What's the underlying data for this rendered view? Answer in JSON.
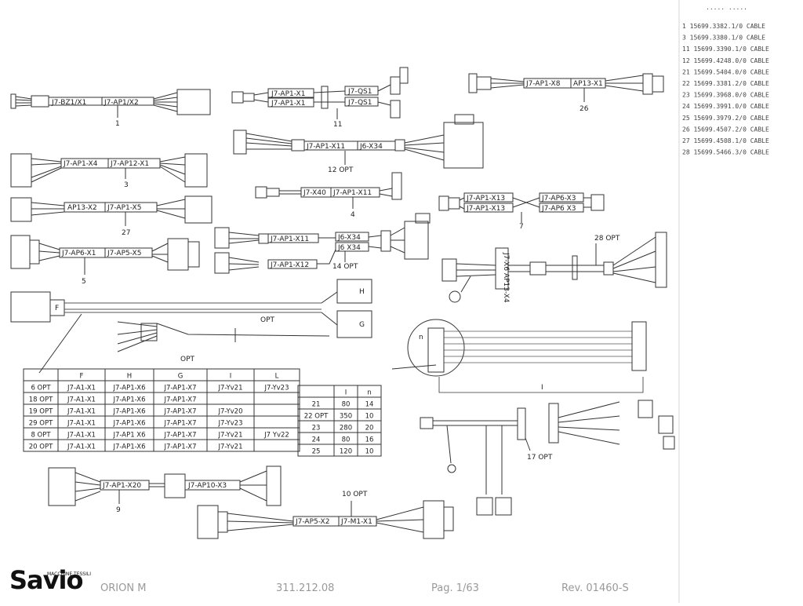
{
  "footer": {
    "brand": "Savio",
    "brand_sub": "MACCHINE TESSILI",
    "model": "ORION M",
    "drawing_no": "311.212.08",
    "page": "Pag. 1/63",
    "revision": "Rev. 01460-S"
  },
  "parts_list": {
    "rows": [
      {
        "no": "1",
        "code": "15699.3382.1/0",
        "desc": "CABLE"
      },
      {
        "no": "3",
        "code": "15699.3380.1/0",
        "desc": "CABLE"
      },
      {
        "no": "11",
        "code": "15699.3390.1/0",
        "desc": "CABLE"
      },
      {
        "no": "12",
        "code": "15699.4248.0/0",
        "desc": "CABLE"
      },
      {
        "no": "21",
        "code": "15699.5404.0/0",
        "desc": "CABLE"
      },
      {
        "no": "22",
        "code": "15699.3381.2/0",
        "desc": "CABLE"
      },
      {
        "no": "23",
        "code": "15699.3968.0/0",
        "desc": "CABLE"
      },
      {
        "no": "24",
        "code": "15699.3991.0/0",
        "desc": "CABLE"
      },
      {
        "no": "25",
        "code": "15699.3979.2/0",
        "desc": "CABLE"
      },
      {
        "no": "26",
        "code": "15699.4507.2/0",
        "desc": "CABLE"
      },
      {
        "no": "27",
        "code": "15699.4508.1/0",
        "desc": "CABLE"
      },
      {
        "no": "28",
        "code": "15699.5466.3/0",
        "desc": "CABLE"
      }
    ]
  },
  "harnesses": {
    "h1": {
      "left": "J7-BZ1/X1",
      "right": "J7-AP1/X2",
      "num": "1"
    },
    "h11": {
      "a": "J7-AP1-X1",
      "b": "J7-AP1-X1",
      "c": "J7-QS1",
      "d": "J7-QS1",
      "num": "11"
    },
    "h26": {
      "left": "J7-AP1-X8",
      "right": "AP13-X1",
      "num": "26"
    },
    "h12": {
      "left": "J7-AP1-X11",
      "right": "J6-X34",
      "num": "12 OPT"
    },
    "h3": {
      "left": "J7-AP1-X4",
      "right": "J7-AP12-X1",
      "num": "3"
    },
    "h4": {
      "left": "J7-X40",
      "right": "J7-AP1-X11",
      "num": "4"
    },
    "h7": {
      "a": "J7-AP1-X13",
      "b": "J7-AP1-X13",
      "c": "J7-AP6-X3",
      "d": "J7-AP6 X3",
      "num": "7"
    },
    "h27": {
      "left": "AP13-X2",
      "right": "J7-AP1-X5",
      "num": "27"
    },
    "h14": {
      "a": "J7-AP1-X11",
      "b": "J6-X34",
      "c": "J6 X34",
      "d": "J7-AP1-X12",
      "num": "14 OPT"
    },
    "h28": {
      "label": "J7-X6 AP13-X4",
      "num": "28 OPT"
    },
    "h5": {
      "left": "J7-AP6-X1",
      "right": "J7-AP5-X5",
      "num": "5"
    },
    "hF": {
      "f": "F",
      "h": "H",
      "g": "G",
      "opt1": "OPT",
      "opt2": "OPT"
    },
    "hflat": {
      "i": "I",
      "n": "n",
      "len": "I"
    },
    "h17": {
      "num": "17 OPT"
    },
    "h9": {
      "left": "J7-AP1-X20",
      "right": "J7-AP10-X3",
      "num": "9"
    },
    "h10": {
      "left": "J7-AP5-X2",
      "right": "J7-M1-X1",
      "num": "10 OPT"
    }
  },
  "table_main": {
    "headers": [
      "",
      "F",
      "H",
      "G",
      "I",
      "L"
    ],
    "rows": [
      [
        "6 OPT",
        "J7-A1-X1",
        "J7-AP1-X6",
        "J7-AP1-X7",
        "J7-Yv21",
        "J7-Yv23"
      ],
      [
        "18 OPT",
        "J7-A1-X1",
        "J7-AP1-X6",
        "J7-AP1-X7",
        "",
        ""
      ],
      [
        "19 OPT",
        "J7-A1-X1",
        "J7-AP1-X6",
        "J7-AP1-X7",
        "J7-Yv20",
        ""
      ],
      [
        "29 OPT",
        "J7-A1-X1",
        "J7-AP1-X6",
        "J7-AP1-X7",
        "J7-Yv23",
        ""
      ],
      [
        "8 OPT",
        "J7-A1-X1",
        "J7-AP1 X6",
        "J7-AP1-X7",
        "J7-Yv21",
        "J7 Yv22"
      ],
      [
        "20 OPT",
        "J7-A1-X1",
        "J7-AP1-X6",
        "J7-AP1-X7",
        "J7-Yv21",
        ""
      ]
    ]
  },
  "table_flat": {
    "headers": [
      "",
      "I",
      "n"
    ],
    "rows": [
      [
        "21",
        "80",
        "14"
      ],
      [
        "22 OPT",
        "350",
        "10"
      ],
      [
        "23",
        "280",
        "20"
      ],
      [
        "24",
        "80",
        "16"
      ],
      [
        "25",
        "120",
        "10"
      ]
    ]
  }
}
